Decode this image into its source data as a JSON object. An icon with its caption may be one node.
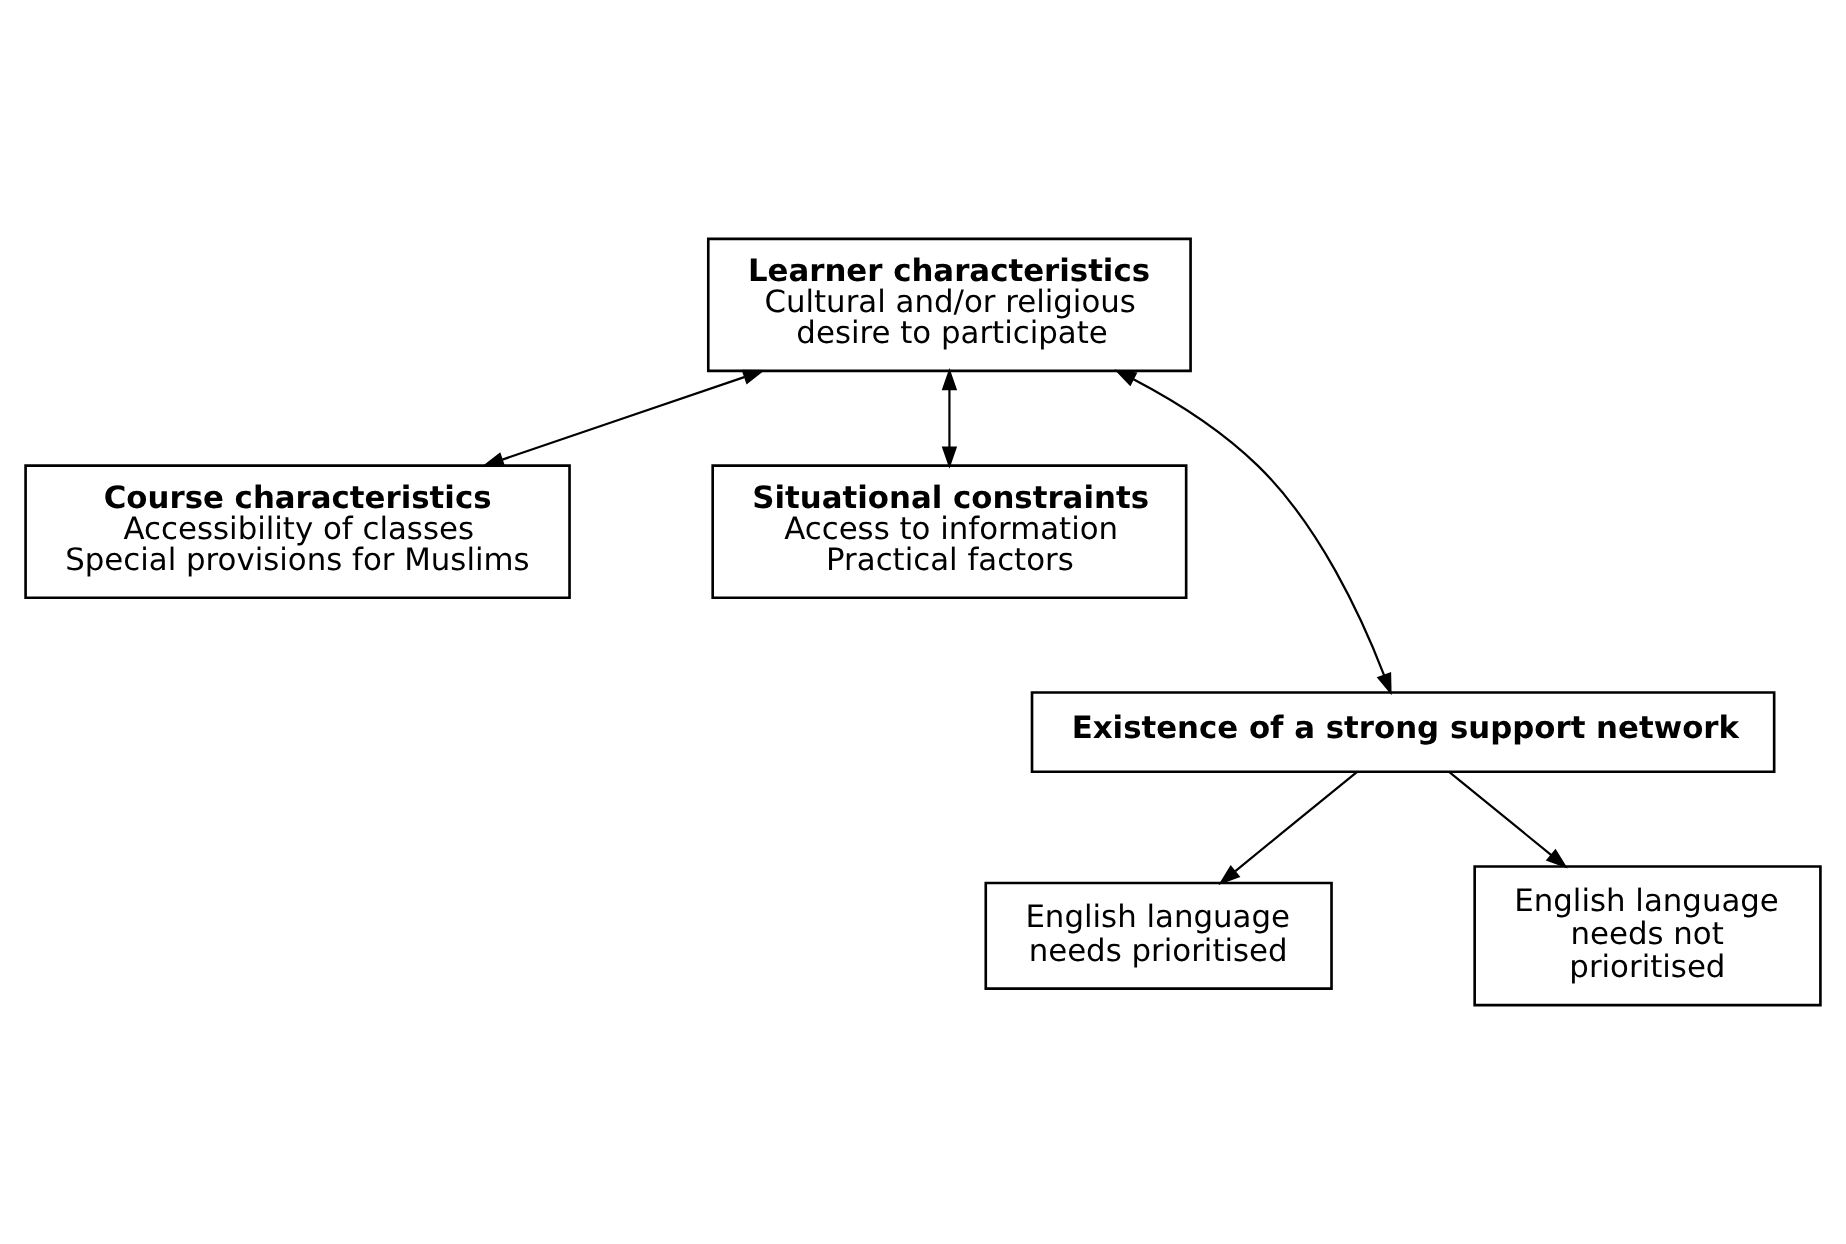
{
  "diagram": {
    "nodes": [
      {
        "text": [
          "Learner characteristics",
          "Cultural and/or religious desire to participate"
        ]
      },
      {
        "text": [
          "Course characteristics",
          "Accessibility of classes",
          "Special provisions for Muslims"
        ]
      },
      {
        "text": [
          "Situational constraints",
          "Access to information",
          "Practical factors"
        ]
      },
      {
        "text": [
          "Existence of a strong support network"
        ]
      },
      {
        "text": [
          "English language needs prioritised"
        ]
      },
      {
        "text": [
          "English language needs not prioritised"
        ]
      }
    ],
    "edges": [
      {
        "from": 0,
        "to": 1,
        "arrow": "both"
      },
      {
        "from": 0,
        "to": 3,
        "arrow": "both"
      },
      {
        "from": 0,
        "to": 2,
        "arrow": "both"
      },
      {
        "from": 3,
        "to": 4,
        "arrow": "to"
      },
      {
        "from": 3,
        "to": 5,
        "arrow": "to"
      }
    ]
  }
}
